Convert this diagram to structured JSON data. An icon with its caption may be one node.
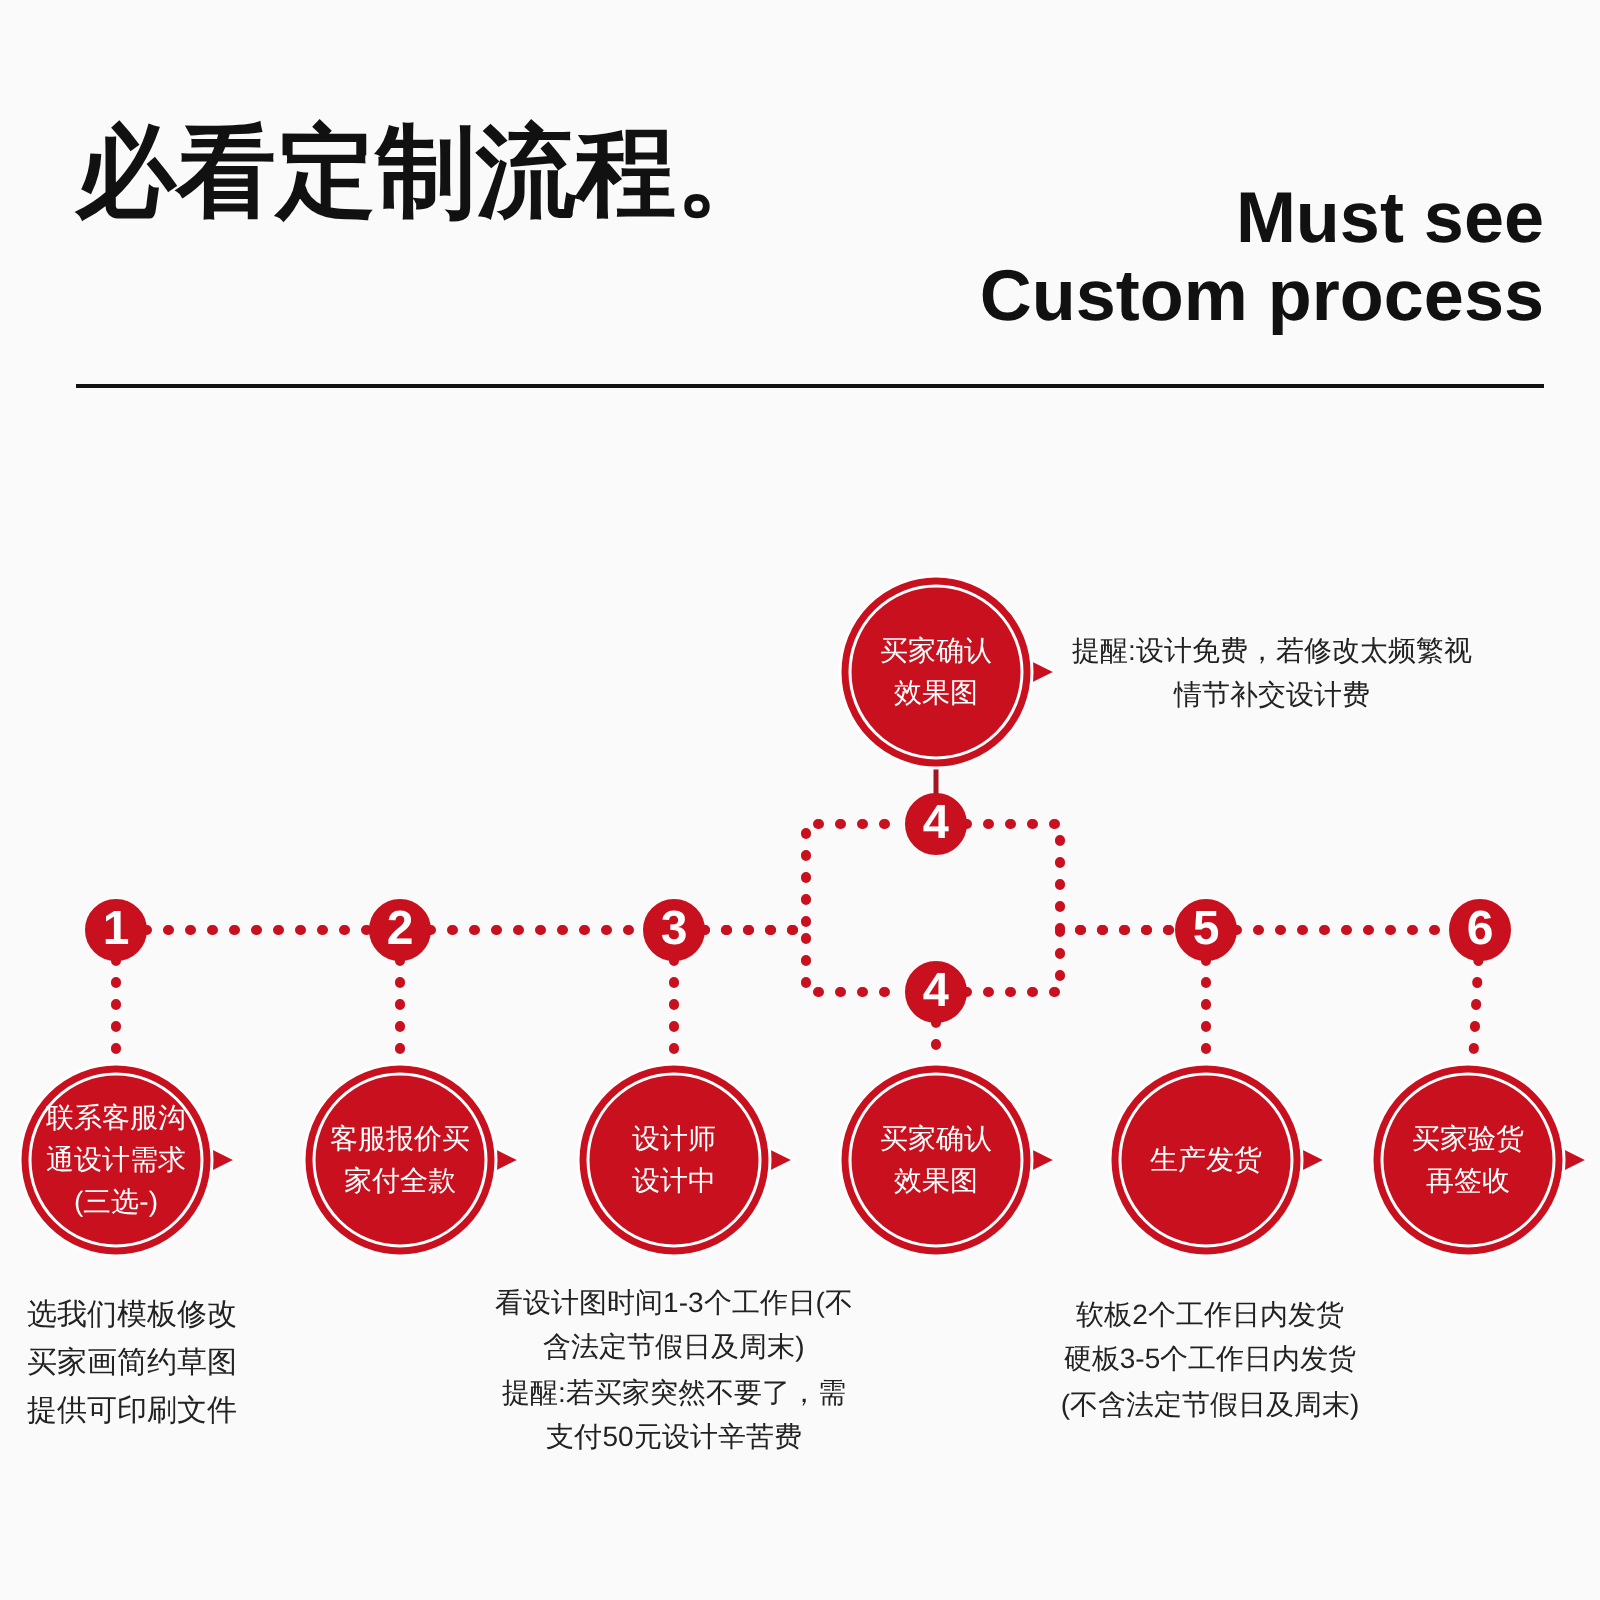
{
  "diagram": {
    "title": "必看定制流程。",
    "nodes": [
      {
        "text": [
          "1"
        ]
      },
      {
        "text": [
          "联系客服沟通设计需求(三选-)"
        ],
        "beside": [
          "选我们模板修改",
          "买家画简约草图",
          "提供可印刷文件"
        ]
      },
      {
        "text": [
          "2"
        ]
      },
      {
        "text": [
          "客服报价买家付全款"
        ]
      },
      {
        "text": [
          "3"
        ]
      },
      {
        "text": [
          "设计师设计中"
        ],
        "beside": [
          "看设计图时间1-3个工作日(不含法定节假日及周末)",
          "提醒:若买家突然不要了，需支付50元设计辛苦费"
        ]
      },
      {
        "text": [
          "4"
        ]
      },
      {
        "text": [
          "买家确认效果图"
        ],
        "beside": [
          "提醒:设计免费，若修改太频繁视情节补交设计费"
        ]
      },
      {
        "text": [
          "4"
        ]
      },
      {
        "text": [
          "买家确认效果图"
        ]
      },
      {
        "text": [
          "5"
        ]
      },
      {
        "text": [
          "生产发货"
        ],
        "beside": [
          "软板2个工作日内发货",
          "硬板3-5个工作日内发货",
          "(不含法定节假日及周末)"
        ]
      },
      {
        "text": [
          "6"
        ]
      },
      {
        "text": [
          "买家验货再签收"
        ]
      }
    ],
    "edges": [
      {
        "from": 0,
        "to": 1,
        "arrow": "none",
        "style": "dashed"
      },
      {
        "from": 0,
        "to": 2,
        "arrow": "none",
        "style": "dashed"
      },
      {
        "from": 2,
        "to": 3,
        "arrow": "none",
        "style": "dashed"
      },
      {
        "from": 2,
        "to": 4,
        "arrow": "none",
        "style": "dashed"
      },
      {
        "from": 4,
        "to": 5,
        "arrow": "none",
        "style": "dashed"
      },
      {
        "from": 4,
        "to": 6,
        "arrow": "none",
        "style": "dashed"
      },
      {
        "from": 4,
        "to": 8,
        "arrow": "none",
        "style": "dashed"
      },
      {
        "from": 6,
        "to": 7,
        "arrow": "none",
        "color": "#a31621"
      },
      {
        "from": 8,
        "to": 9,
        "arrow": "none",
        "style": "dashed"
      },
      {
        "from": 6,
        "to": 10,
        "arrow": "none",
        "style": "dashed"
      },
      {
        "from": 8,
        "to": 10,
        "arrow": "none",
        "style": "dashed"
      },
      {
        "from": 10,
        "to": 11,
        "arrow": "none",
        "style": "dashed"
      },
      {
        "from": 10,
        "to": 12,
        "arrow": "none",
        "style": "dashed"
      },
      {
        "from": 12,
        "to": 13,
        "arrow": "none",
        "style": "dashed"
      }
    ],
    "labels": [
      "Must see Custom process"
    ]
  }
}
